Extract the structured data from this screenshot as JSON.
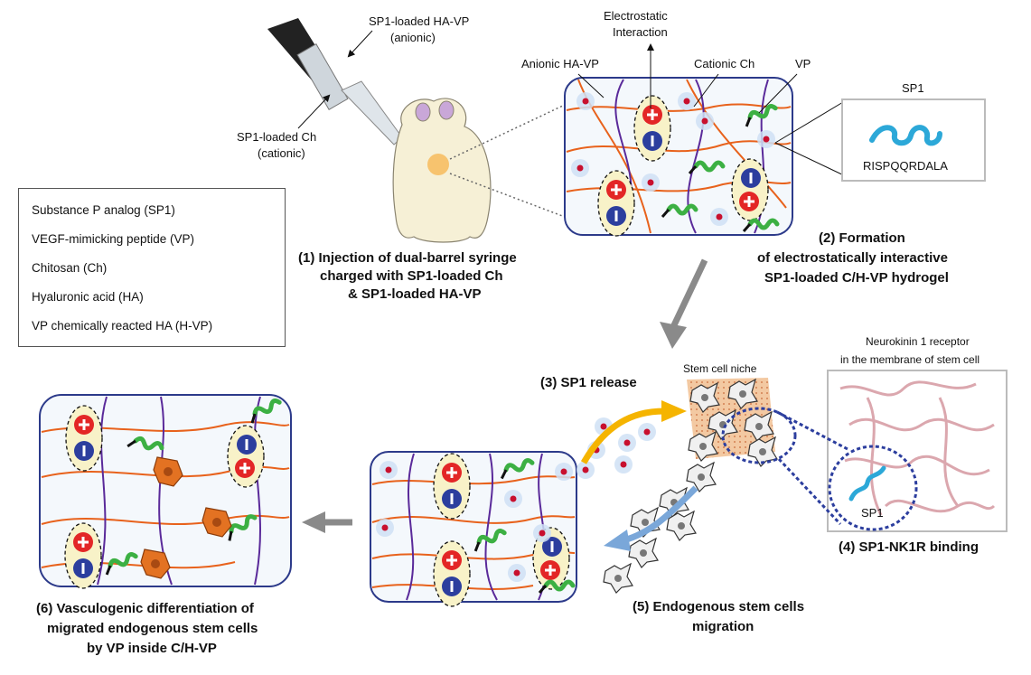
{
  "legend": [
    "Substance P analog (SP1)",
    "VEGF-mimicking peptide (VP)",
    "Chitosan (Ch)",
    "Hyaluronic acid (HA)",
    "VP chemically reacted HA (H-VP)"
  ],
  "syringe": {
    "label_ha_1": "SP1-loaded HA-VP",
    "label_ha_2": "(anionic)",
    "label_ch_1": "SP1-loaded Ch",
    "label_ch_2": "(cationic)"
  },
  "hydrogel_labels": {
    "electrostatic_1": "Electrostatic",
    "electrostatic_2": "Interaction",
    "anionic": "Anionic HA-VP",
    "cationic": "Cationic Ch",
    "vp": "VP"
  },
  "sp1_box": {
    "title": "SP1",
    "sequence": "RISPQQRDALA"
  },
  "steps": {
    "s1_l1": "(1) Injection of dual-barrel syringe",
    "s1_l2": "charged with SP1-loaded Ch",
    "s1_l3": "& SP1-loaded HA-VP",
    "s2_l1": "(2) Formation",
    "s2_l2": "of electrostatically interactive",
    "s2_l3": "SP1-loaded C/H-VP hydrogel",
    "s3": "(3) SP1 release",
    "s4": "(4) SP1-NK1R binding",
    "s5_l1": "(5) Endogenous stem cells",
    "s5_l2": "migration",
    "s6_l1": "(6) Vasculogenic differentiation of",
    "s6_l2": "migrated endogenous stem cells",
    "s6_l3": "by VP inside C/H-VP"
  },
  "niche": {
    "label": "Stem cell niche"
  },
  "receptor": {
    "title_1": "Neurokinin 1 receptor",
    "title_2": "in the membrane of stem cell",
    "sp1": "SP1"
  },
  "colors": {
    "chitosan": "#e8621c",
    "hyaluronic": "#5a2a9a",
    "vp": "#3cb043",
    "sp1_dot": "#c8102e",
    "plus": "#e32626",
    "minus": "#2c3e9e",
    "stem_orange": "#e37222",
    "arrow_gray": "#8a8a8a",
    "arrow_yellow": "#f5b400",
    "arrow_blue": "#7aa7d9",
    "hydrogel_fill": "#eef4fb"
  }
}
